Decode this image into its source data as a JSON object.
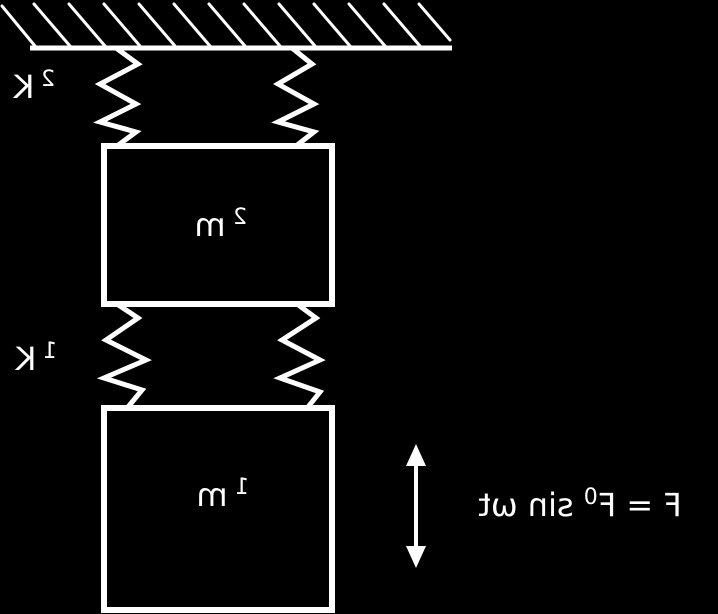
{
  "colors": {
    "background": "#000000",
    "ink": "#ffffff"
  },
  "labels": {
    "spring_upper": "K",
    "spring_upper_sub": "2",
    "spring_lower": "K",
    "spring_lower_sub": "1",
    "mass_upper": "m",
    "mass_upper_sub": "2",
    "mass_lower": "m",
    "mass_lower_sub": "1",
    "force": "F = F",
    "force_sub": "0",
    "force_tail": " sin ωt"
  },
  "icons": {
    "force_arrow": "double-headed-vertical-arrow-icon",
    "support": "hatched-ceiling-icon"
  }
}
